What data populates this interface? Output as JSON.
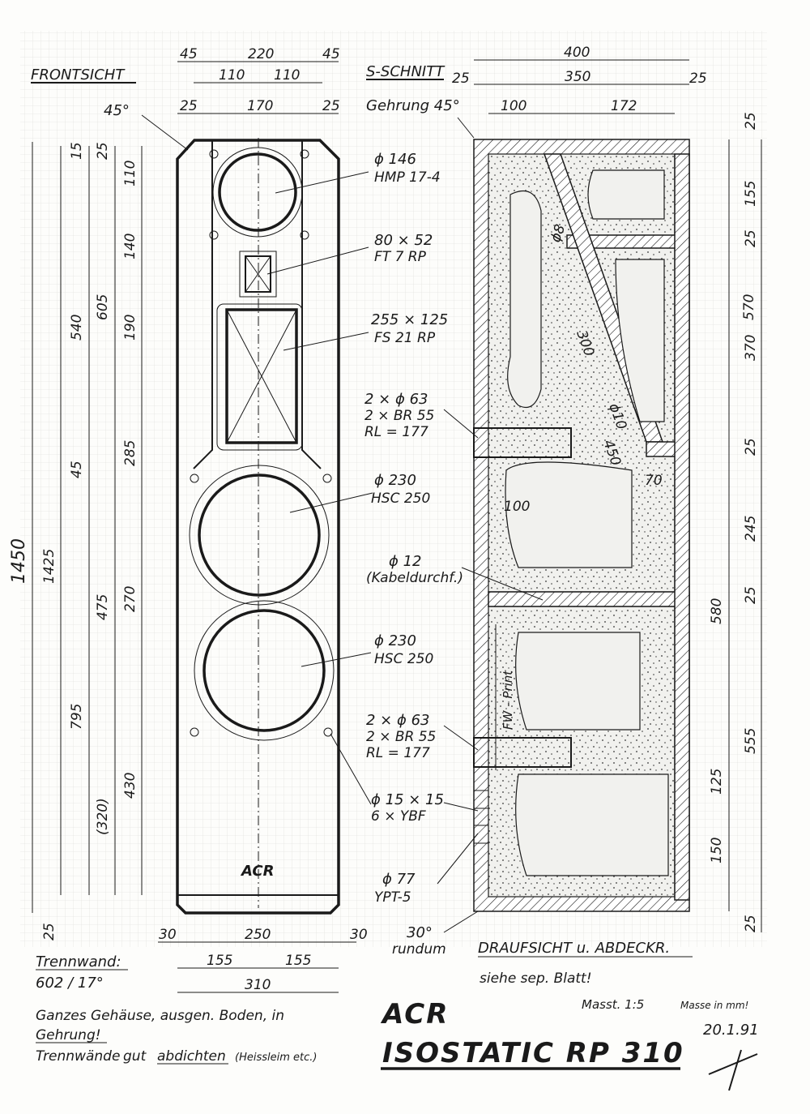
{
  "front_view": {
    "title": "FRONTSICHT",
    "angle_label": "45°",
    "top_dims": [
      "45",
      "220",
      "45",
      "110",
      "110",
      "25",
      "170",
      "25"
    ],
    "left_dims": [
      "15",
      "25",
      "110",
      "140",
      "540",
      "605",
      "190",
      "45",
      "285",
      "1450",
      "1425",
      "475",
      "270",
      "795",
      "430",
      "(320)",
      "25"
    ],
    "bottom_dims": [
      "30",
      "250",
      "30",
      "155",
      "155",
      "310"
    ],
    "logo": "ACR"
  },
  "section_view": {
    "title": "S-SCHNITT",
    "miter_label": "Gehrung 45°",
    "top_dims": [
      "400",
      "25",
      "350",
      "25",
      "100",
      "172"
    ],
    "right_dims": [
      "25",
      "155",
      "25",
      "570",
      "370",
      "25",
      "245",
      "580",
      "25",
      "555",
      "125",
      "150",
      "25"
    ],
    "inner_labels": [
      "ϕ8",
      "300",
      "ϕ10",
      "450",
      "70",
      "100"
    ],
    "fw_print": "FW - Print"
  },
  "drivers": [
    {
      "size": "ϕ 146",
      "model": "HMP 17-4"
    },
    {
      "size": "80 × 52",
      "model": "FT 7 RP"
    },
    {
      "size": "255 × 125",
      "model": "FS 21 RP"
    },
    {
      "size": "2 × ϕ 63",
      "model": "2 × BR 55",
      "extra": "RL = 177"
    },
    {
      "size": "ϕ 230",
      "model": "HSC 250"
    },
    {
      "size": "ϕ 12",
      "model": "(Kabeldurchf.)"
    },
    {
      "size": "ϕ 230",
      "model": "HSC 250"
    },
    {
      "size": "2 × ϕ 63",
      "model": "2 × BR 55",
      "extra": "RL = 177"
    },
    {
      "size": "ϕ 15 × 15",
      "model": "6 × YBF"
    },
    {
      "size": "ϕ 77",
      "model": "YPT-5"
    },
    {
      "size": "30°",
      "model": "rundum"
    }
  ],
  "notes": {
    "partition_label": "Trennwand:",
    "partition_value": "602 / 17°",
    "top_view": "DRAUFSICHT u. ABDECKR.",
    "top_view_ref": "siehe sep. Blatt!",
    "line1": "Ganzes Gehäuse, ausgen. Boden, in",
    "line2": "Gehrung!",
    "line3_a": "Trennwände",
    "line3_b": "gut",
    "line3_c": "abdichten",
    "line3_d": "(Heissleim etc.)"
  },
  "title_block": {
    "brand": "ACR",
    "model": "ISOSTATIC RP 310",
    "scale": "Masst. 1:5",
    "units": "Masse in mm!",
    "date": "20.1.91"
  }
}
